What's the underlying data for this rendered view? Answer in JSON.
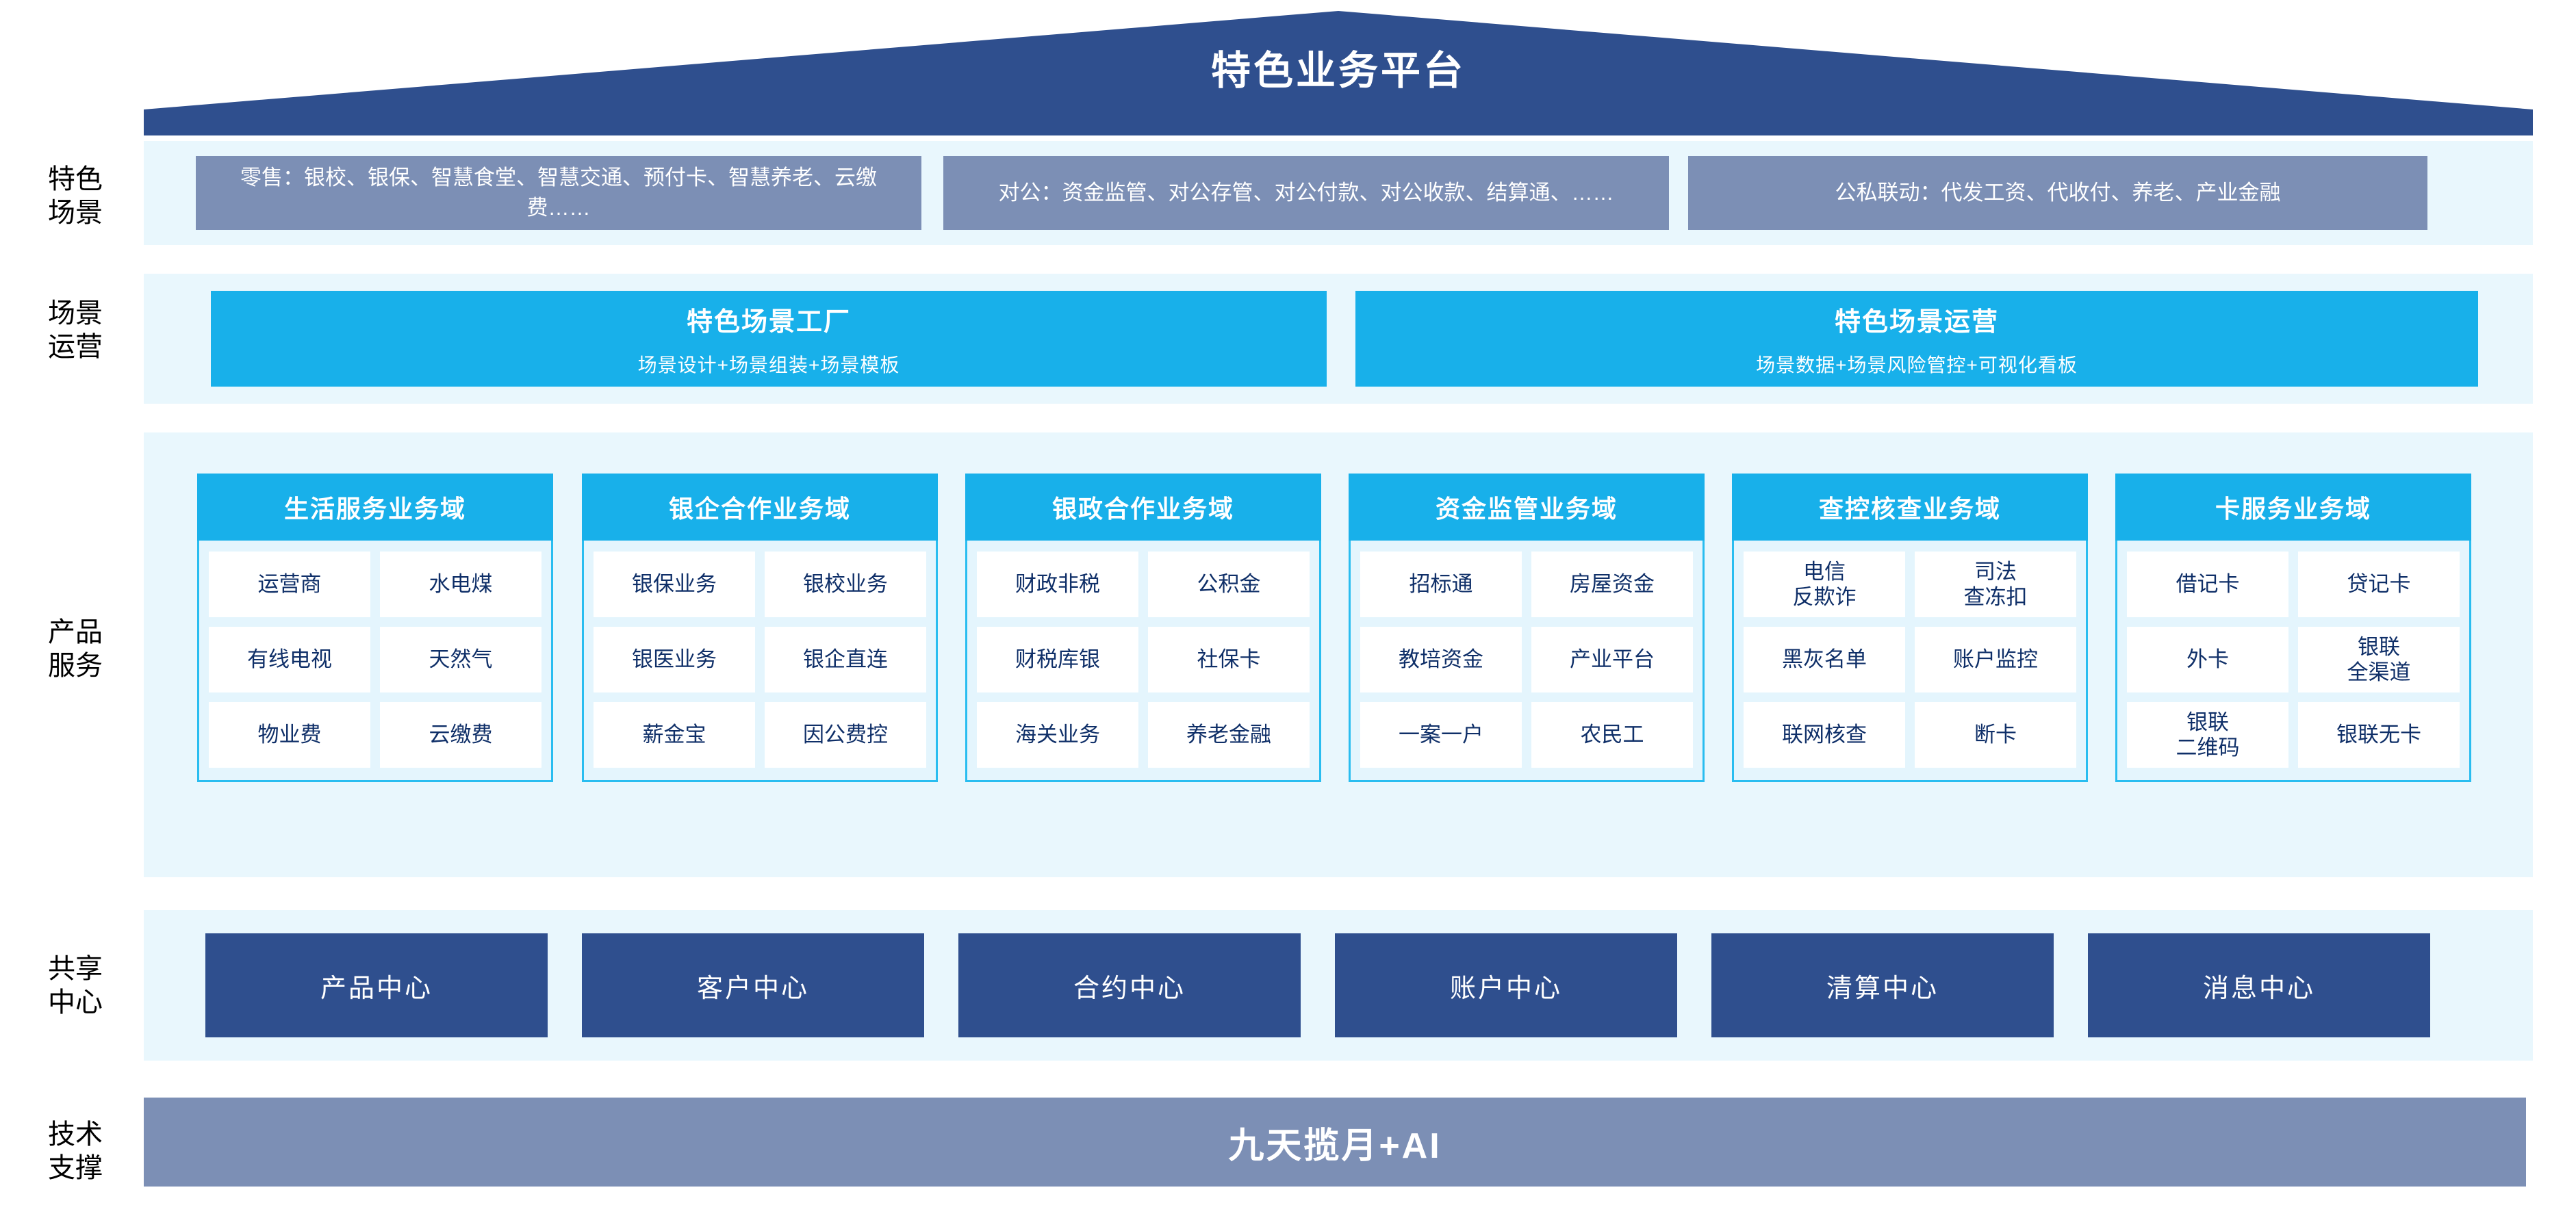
{
  "header": {
    "title": "特色业务平台"
  },
  "row_labels": {
    "scene": "特色\n场景",
    "ops": "场景\n运营",
    "product": "产品\n服务",
    "shared": "共享\n中心",
    "tech": "技术\n支撑"
  },
  "scenarios": [
    {
      "text": "零售：银校、银保、智慧食堂、智慧交通、预付卡、智慧养老、云缴费……"
    },
    {
      "text": "对公：资金监管、对公存管、对公付款、对公收款、结算通、……"
    },
    {
      "text": "公私联动：代发工资、代收付、养老、产业金融"
    }
  ],
  "operations": [
    {
      "title": "特色场景工厂",
      "sub": "场景设计+场景组装+场景模板"
    },
    {
      "title": "特色场景运营",
      "sub": "场景数据+场景风险管控+可视化看板"
    }
  ],
  "product_cards": [
    {
      "title": "生活服务业务域",
      "rows": [
        [
          "运营商",
          "水电煤"
        ],
        [
          "有线电视",
          "天然气"
        ],
        [
          "物业费",
          "云缴费"
        ]
      ]
    },
    {
      "title": "银企合作业务域",
      "rows": [
        [
          "银保业务",
          "银校业务"
        ],
        [
          "银医业务",
          "银企直连"
        ],
        [
          "薪金宝",
          "因公费控"
        ]
      ]
    },
    {
      "title": "银政合作业务域",
      "rows": [
        [
          "财政非税",
          "公积金"
        ],
        [
          "财税库银",
          "社保卡"
        ],
        [
          "海关业务",
          "养老金融"
        ]
      ]
    },
    {
      "title": "资金监管业务域",
      "rows": [
        [
          "招标通",
          "房屋资金"
        ],
        [
          "教培资金",
          "产业平台"
        ],
        [
          "一案一户",
          "农民工"
        ]
      ]
    },
    {
      "title": "查控核查业务域",
      "rows": [
        [
          "电信\n反欺诈",
          "司法\n查冻扣"
        ],
        [
          "黑灰名单",
          "账户监控"
        ],
        [
          "联网核查",
          "断卡"
        ]
      ]
    },
    {
      "title": "卡服务业务域",
      "rows": [
        [
          "借记卡",
          "贷记卡"
        ],
        [
          "外卡",
          "银联\n全渠道"
        ],
        [
          "银联\n二维码",
          "银联无卡"
        ]
      ]
    }
  ],
  "shared_centers": [
    "产品中心",
    "客户中心",
    "合约中心",
    "账户中心",
    "清算中心",
    "消息中心"
  ],
  "tech_support": {
    "title": "九天揽月+AI"
  },
  "colors": {
    "roof_navy": "#2f4f8e",
    "panel_pale": "#e9f7fd",
    "scenario_slate": "#7c8fb5",
    "accent_cyan": "#18b0ea",
    "card_border_cyan": "#29bdf0",
    "cell_text_navy": "#0f2f68",
    "shared_navy": "#2f4f8e",
    "tech_slate": "#7c8fb5"
  }
}
